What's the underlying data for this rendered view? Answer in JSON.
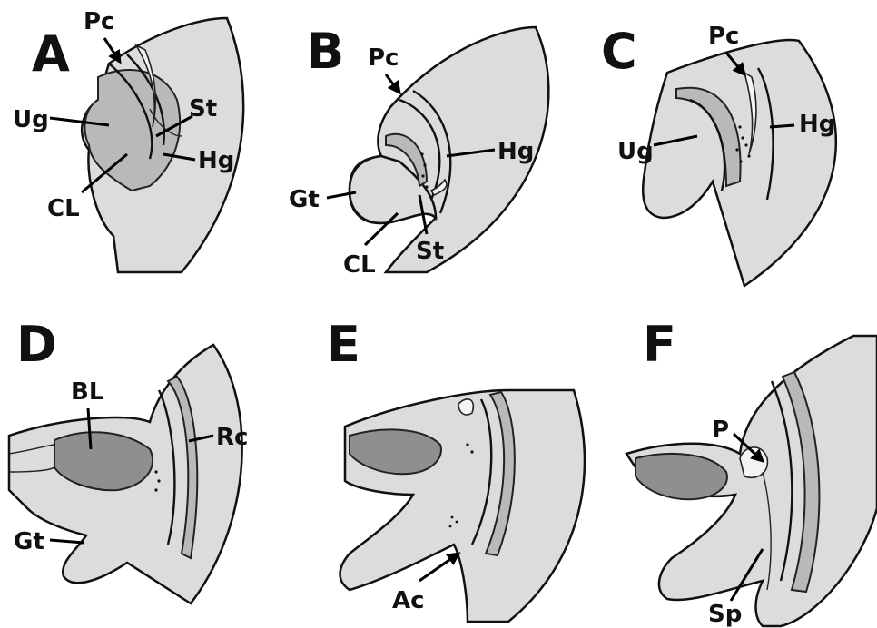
{
  "panels": [
    {
      "letter": "A",
      "labels": {
        "pc": "Pc",
        "ug": "Ug",
        "st": "St",
        "hg": "Hg",
        "cl": "CL"
      }
    },
    {
      "letter": "B",
      "labels": {
        "pc": "Pc",
        "hg": "Hg",
        "gt": "Gt",
        "cl": "CL",
        "st": "St"
      }
    },
    {
      "letter": "C",
      "labels": {
        "pc": "Pc",
        "ug": "Ug",
        "hg": "Hg"
      }
    },
    {
      "letter": "D",
      "labels": {
        "bl": "BL",
        "rc": "Rc",
        "gt": "Gt"
      }
    },
    {
      "letter": "E",
      "labels": {
        "ac": "Ac"
      }
    },
    {
      "letter": "F",
      "labels": {
        "p": "P",
        "sp": "Sp"
      }
    }
  ]
}
